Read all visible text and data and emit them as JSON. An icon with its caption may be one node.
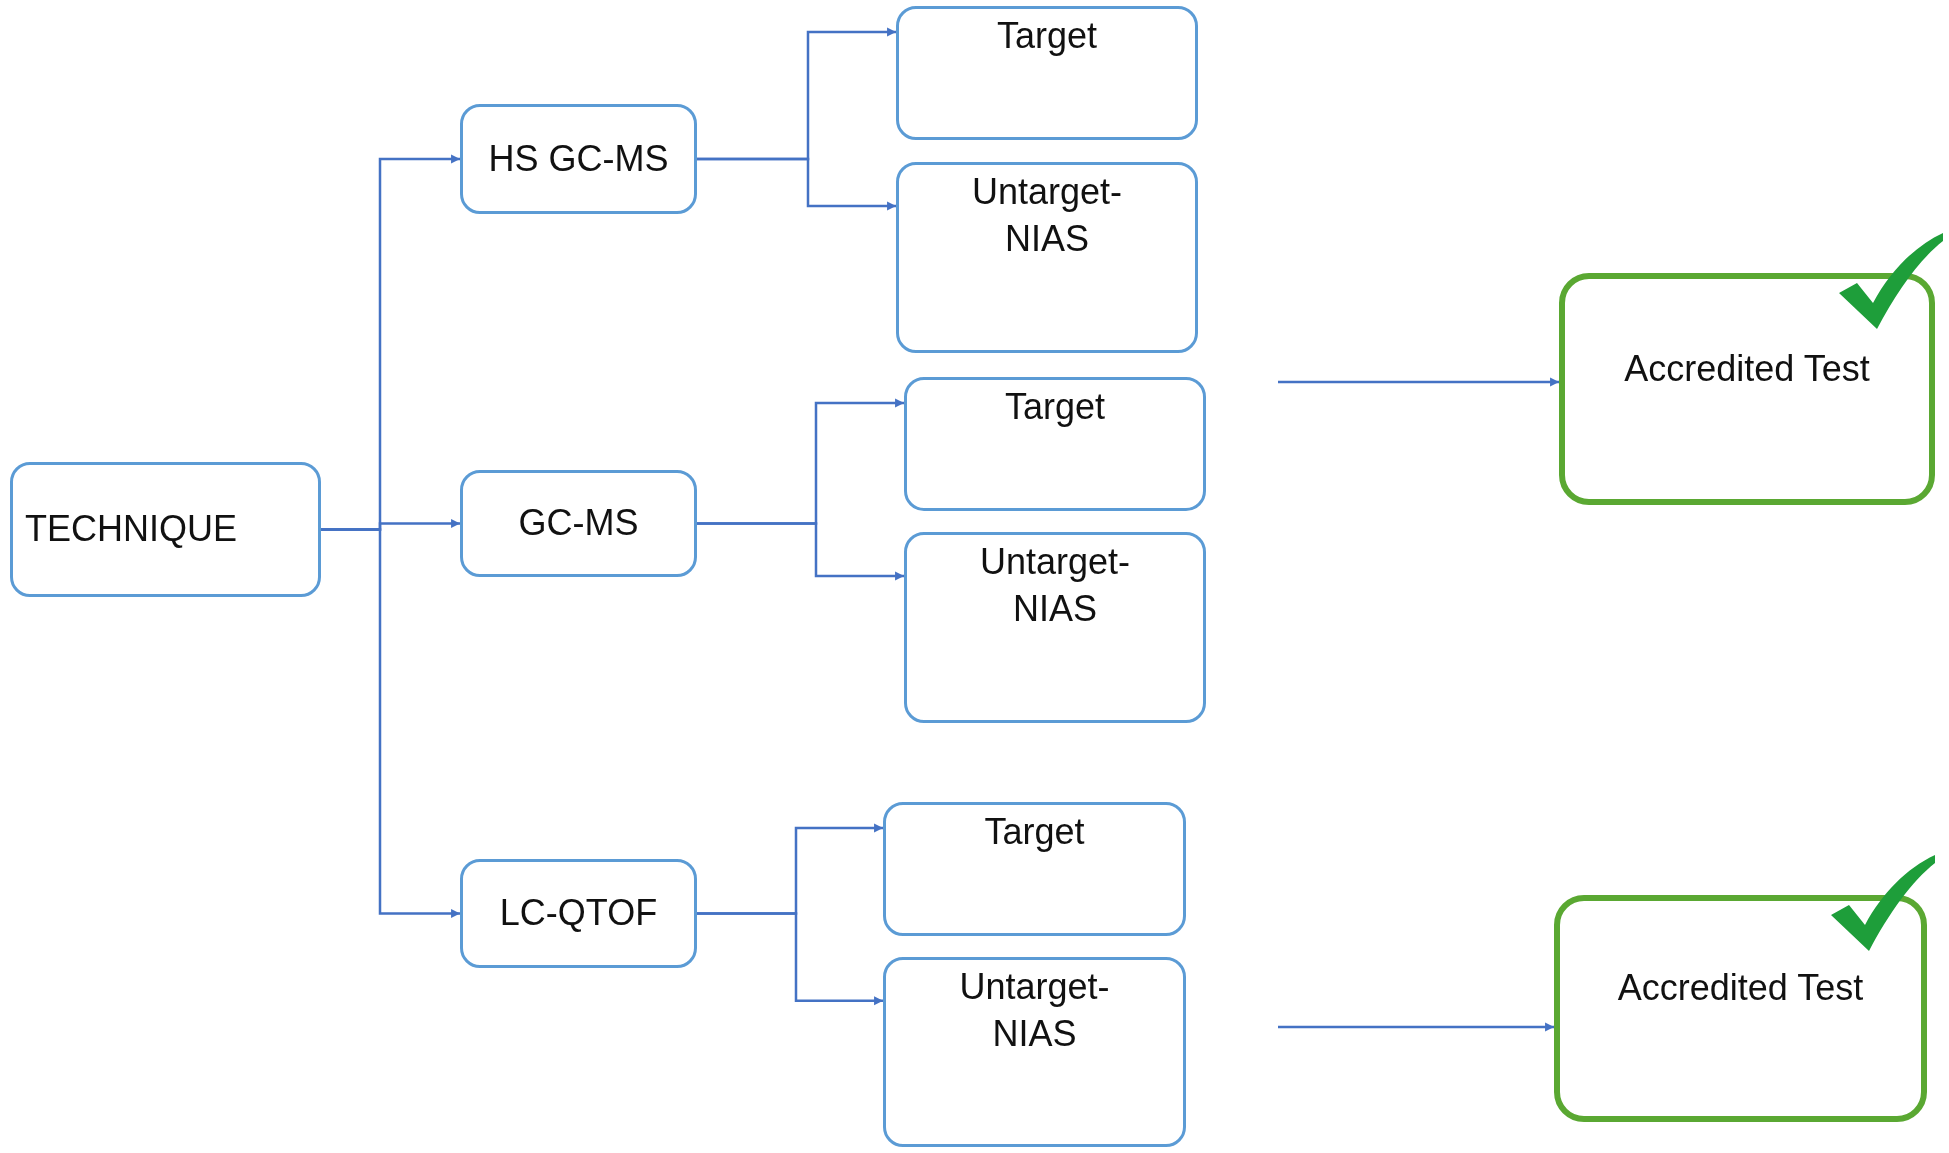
{
  "diagram": {
    "nodes": [
      {
        "text": [
          "TECHNIQUE"
        ]
      },
      {
        "text": [
          "HS GC-MS"
        ]
      },
      {
        "text": [
          "Target"
        ]
      },
      {
        "text": [
          "Untarget- NIAS"
        ]
      },
      {
        "text": [
          "GC-MS"
        ]
      },
      {
        "text": [
          "Target"
        ]
      },
      {
        "text": [
          "Untarget- NIAS"
        ]
      },
      {
        "text": [
          "Accredited Test"
        ]
      },
      {
        "text": [
          "LC-QTOF"
        ]
      },
      {
        "text": [
          "Target"
        ]
      },
      {
        "text": [
          "Untarget- NIAS"
        ]
      },
      {
        "text": [
          "Accredited Test"
        ]
      }
    ],
    "edges": [
      {
        "from": 0,
        "to": 1,
        "arrow": "to"
      },
      {
        "from": 0,
        "to": 4,
        "arrow": "to"
      },
      {
        "from": 0,
        "to": 8,
        "arrow": "to"
      },
      {
        "from": 1,
        "to": 2,
        "arrow": "to"
      },
      {
        "from": 1,
        "to": 3,
        "arrow": "to"
      },
      {
        "from": 4,
        "to": 5,
        "arrow": "to"
      },
      {
        "from": 4,
        "to": 6,
        "arrow": "to"
      },
      {
        "from": 8,
        "to": 9,
        "arrow": "to"
      },
      {
        "from": 8,
        "to": 10,
        "arrow": "to"
      },
      {
        "from": null,
        "to": 7,
        "arrow": "to"
      },
      {
        "from": null,
        "to": 11,
        "arrow": "to"
      }
    ]
  }
}
